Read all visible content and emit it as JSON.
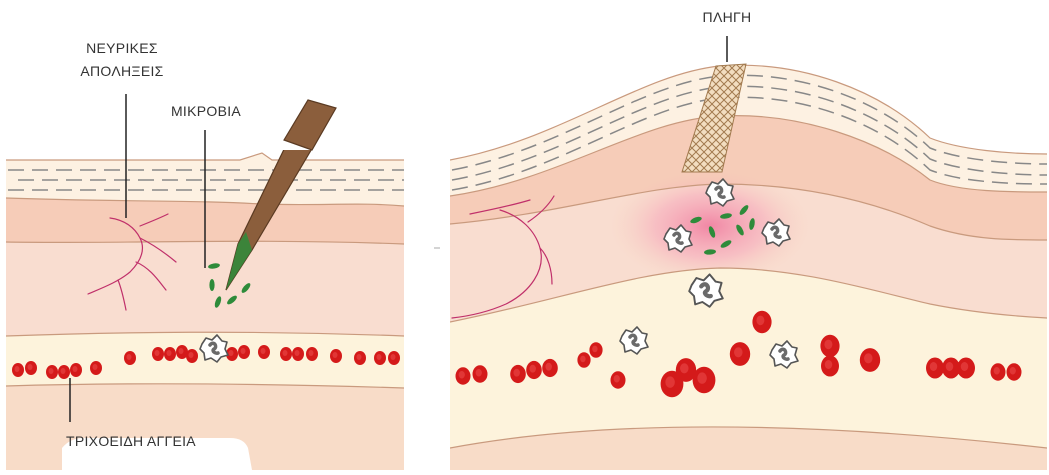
{
  "labels": {
    "nerve_endings_line1": "ΝΕΥΡΙΚΕΣ",
    "nerve_endings_line2": "ΑΠΟΛΗΞΕΙΣ",
    "microbes": "ΜΙΚΡΟΒΙΑ",
    "capillaries": "ΤΡΙΧΟΕΙΔΗ ΑΓΓΕΙΑ",
    "wound": "ΠΛΗΓΗ"
  },
  "colors": {
    "epidermis": "#fdf1e2",
    "dermis_upper": "#f6ccb8",
    "dermis_lower": "#f9ddd0",
    "subcutis": "#fdf3dc",
    "deep_tissue": "#f8dcc8",
    "layer_line": "#c99a7e",
    "blood_cell": "#d41a1a",
    "microbe": "#2e8b3a",
    "splinter": "#8b5e3c",
    "nerve": "#c0306a",
    "inflammation": "#f07aa0",
    "leader_line": "#222222"
  },
  "icons": {
    "splinter": "splinter-icon",
    "microbe": "microbe-icon",
    "blood_cell": "red-blood-cell-icon",
    "white_cell": "white-blood-cell-icon"
  }
}
